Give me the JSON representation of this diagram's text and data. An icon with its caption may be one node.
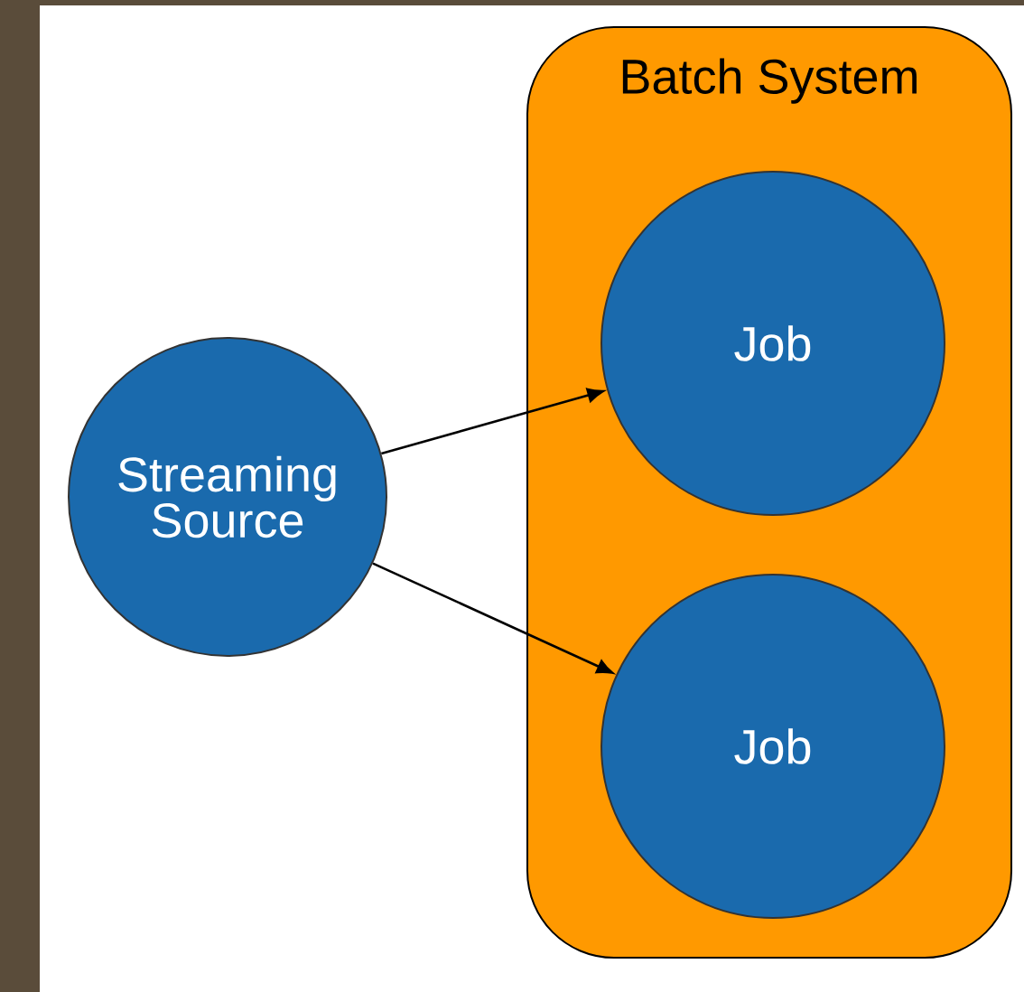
{
  "diagram": {
    "nodes": [
      {
        "text": [
          "Streaming Source"
        ]
      },
      {
        "text": [
          "Batch System"
        ]
      },
      {
        "text": [
          "Job"
        ],
        "in": 1
      },
      {
        "text": [
          "Job"
        ],
        "in": 1
      }
    ],
    "edges": [
      {
        "from": 0,
        "to": 2,
        "arrow": "to"
      },
      {
        "from": 0,
        "to": 3,
        "arrow": "to"
      }
    ]
  }
}
